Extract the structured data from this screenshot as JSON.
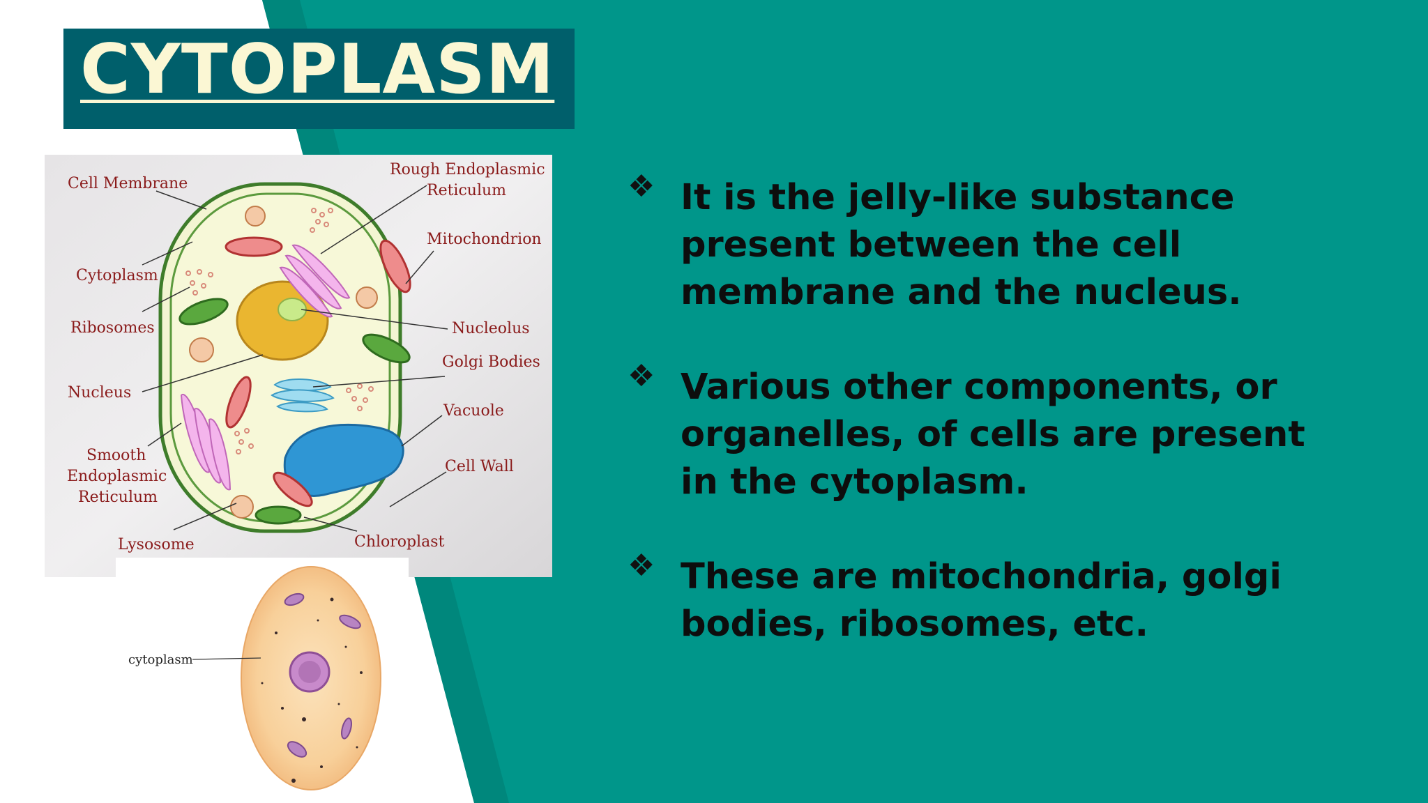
{
  "slide": {
    "title": "CYTOPLASM",
    "colors": {
      "teal_background": "#00968a",
      "dark_teal_strip": "#00877c",
      "title_box": "#005f6b",
      "title_text": "#fbf7d4"
    },
    "bullet_icon": "diamond-bullet-icon",
    "bullets": [
      "It is the jelly-like substance present between the cell membrane and the nucleus.",
      "Various other components, or organelles, of cells are present in the cytoplasm.",
      "These are mitochondria, golgi bodies, ribosomes, etc."
    ]
  },
  "plant_cell": {
    "labels": {
      "cell_membrane": "Cell Membrane",
      "cytoplasm": "Cytoplasm",
      "ribosomes": "Ribosomes",
      "nucleus": "Nucleus",
      "smooth_er_1": "Smooth",
      "smooth_er_2": "Endoplasmic",
      "smooth_er_3": "Reticulum",
      "lysosome": "Lysosome",
      "rough_er_1": "Rough Endoplasmic",
      "rough_er_2": "Reticulum",
      "mitochondrion": "Mitochondrion",
      "nucleolus": "Nucleolus",
      "golgi_bodies": "Golgi Bodies",
      "vacuole": "Vacuole",
      "cell_wall": "Cell Wall",
      "chloroplast": "Chloroplast"
    }
  },
  "animal_cell": {
    "label": "cytoplasm"
  }
}
